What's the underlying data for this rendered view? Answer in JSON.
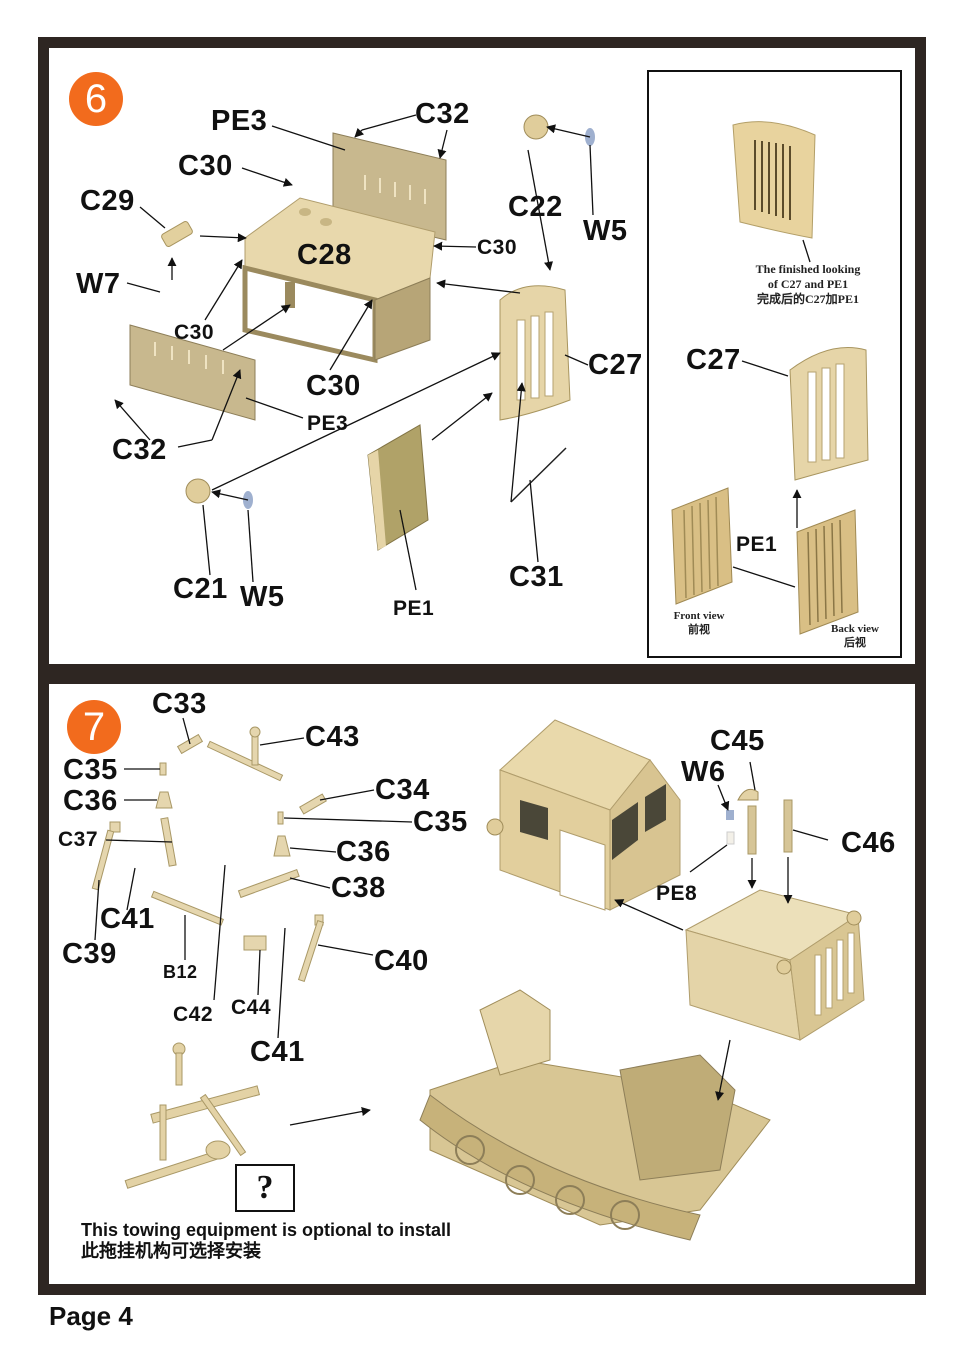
{
  "page": {
    "label": "Page 4"
  },
  "colors": {
    "frame": "#2e2622",
    "badge": "#f26b1d",
    "part_tan": "#e3d2a5",
    "part_shade": "#c2ae7c",
    "clear_part": "#9fb0cf"
  },
  "step6": {
    "number": "6",
    "labels": {
      "pe3_top": "PE3",
      "c32_top": "C32",
      "c30_top": "C30",
      "c29": "C29",
      "c28": "C28",
      "c30_right": "C30",
      "w7": "W7",
      "c30_left": "C30",
      "c30_bottom": "C30",
      "pe3_bottom": "PE3",
      "c32_bottom": "C32",
      "c22": "C22",
      "w5_top": "W5",
      "c27": "C27",
      "c21": "C21",
      "w5_bottom": "W5",
      "pe1": "PE1",
      "c31": "C31"
    },
    "inset": {
      "caption_en_line1": "The finished looking",
      "caption_en_line2": "of C27 and PE1",
      "caption_zh": "完成后的C27加PE1",
      "c27": "C27",
      "pe1": "PE1",
      "front_view_en": "Front view",
      "front_view_zh": "前视",
      "back_view_en": "Back view",
      "back_view_zh": "后视"
    }
  },
  "step7": {
    "number": "7",
    "labels": {
      "c33": "C33",
      "c43": "C43",
      "c35_left": "C35",
      "c36_left": "C36",
      "c34": "C34",
      "c35_right": "C35",
      "c37": "C37",
      "c36_right": "C36",
      "c38": "C38",
      "c41_left": "C41",
      "c39": "C39",
      "b12": "B12",
      "c40": "C40",
      "c42": "C42",
      "c44": "C44",
      "c41_bottom": "C41",
      "c45": "C45",
      "w6": "W6",
      "c46": "C46",
      "pe8": "PE8"
    },
    "optional_symbol": "?",
    "optional_note_en": "This towing equipment is optional to install",
    "optional_note_zh": "此拖挂机构可选择安装"
  }
}
